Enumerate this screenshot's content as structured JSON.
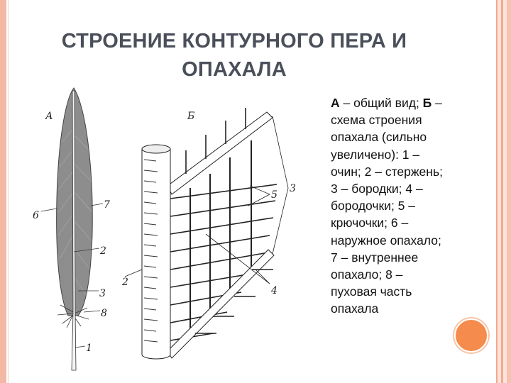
{
  "title": {
    "line1": "СТРОЕНИЕ КОНТУРНОГО ПЕРА И",
    "line2": "ОПАХАЛА"
  },
  "caption": {
    "a_letter": "А",
    "a_text": " – общий вид; ",
    "b_letter": "Б",
    "b_text": " –",
    "lines": [
      "схема строения",
      "опахала (сильно",
      "увеличено): 1 –",
      "очин; 2 – стержень;",
      "3 – бородки; 4 –",
      "бородочки; 5 –",
      "крючочки; 6 –",
      "наружное опахало;",
      "7 – внутреннее",
      "опахало; 8 –",
      "пуховая часть",
      "опахала"
    ]
  },
  "figure": {
    "a_labels": {
      "panel": "А",
      "l6": "6",
      "l7": "7",
      "l2": "2",
      "l3": "3",
      "l8": "8",
      "l1": "1"
    },
    "b_labels": {
      "panel": "Б",
      "l2": "2",
      "l3": "3",
      "l4": "4",
      "l5": "5"
    }
  },
  "colors": {
    "accent": "#f58b4c",
    "border": "#f4b9a5",
    "title": "#4a4f5a"
  }
}
